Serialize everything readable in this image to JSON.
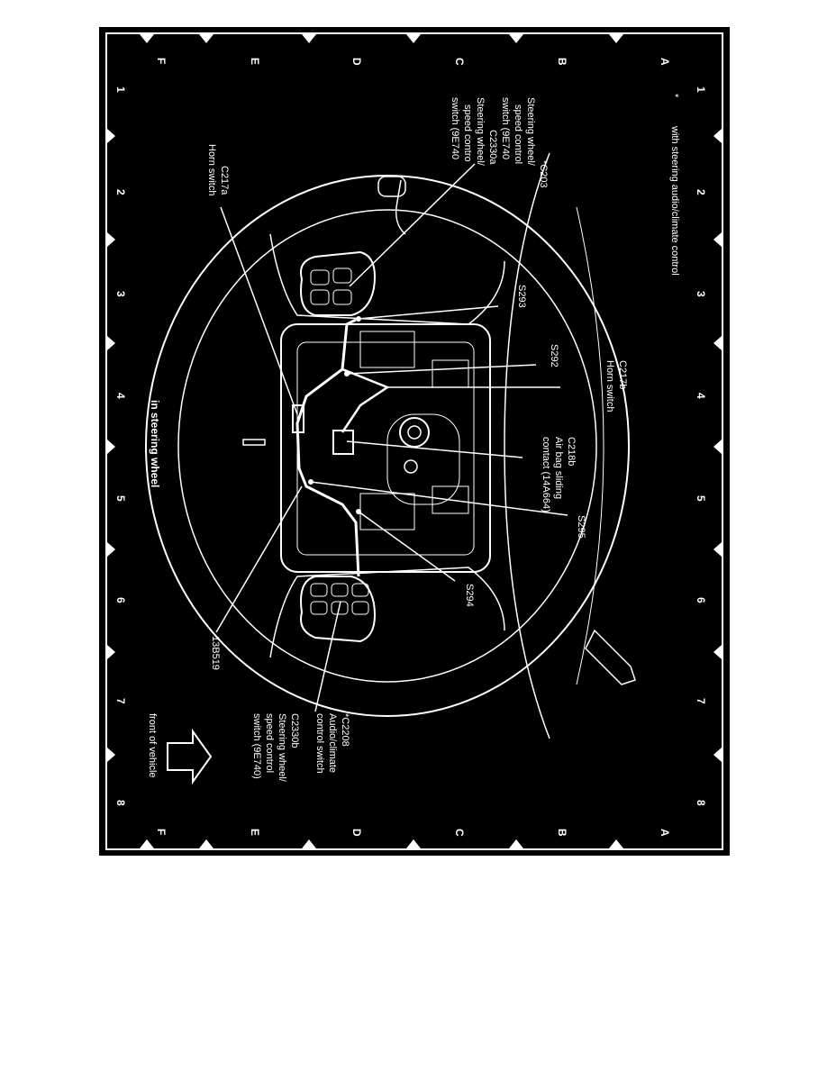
{
  "grid": {
    "numbers": [
      "1",
      "2",
      "3",
      "4",
      "5",
      "6",
      "7",
      "8"
    ],
    "letters": [
      "A",
      "B",
      "C",
      "D",
      "E",
      "F"
    ]
  },
  "labels": {
    "top_note_star": "*",
    "top_note": "with steering audio/climate control",
    "bottom_caption": "in steering wheel",
    "c203": [
      "*C203",
      "Steering wheel/",
      "speed control",
      "switch (9E740"
    ],
    "c2330a": [
      "C2330a",
      "Steering wheel/",
      "speed contro",
      "switch (9E740"
    ],
    "c217a": [
      "C217a",
      "Horn switch"
    ],
    "s293": "S293",
    "s292": "S292",
    "c217b": [
      "C217b",
      "Horn switch"
    ],
    "c218b": [
      "C218b",
      "Air bag sliding",
      "contact (14A664)"
    ],
    "s295": "S295",
    "s294": "S294",
    "code_13b519": "13B519",
    "c2208": [
      "*C2208",
      "Audio/climate",
      "control switch"
    ],
    "c2330b": [
      "C2330b",
      "Steering wheel/",
      "speed control",
      "switch (9E740)"
    ],
    "front": "front of vehicle"
  },
  "colors": {
    "background": "#000000",
    "line": "#ffffff",
    "page": "#ffffff"
  }
}
